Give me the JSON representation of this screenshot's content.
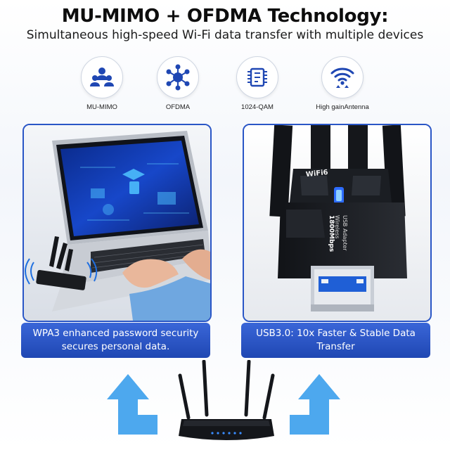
{
  "header": {
    "title": "MU-MIMO + OFDMA Technology:",
    "subtitle": "Simultaneous high-speed Wi-Fi data transfer with multiple devices"
  },
  "features": [
    {
      "label": "MU-MIMO",
      "icon": "users-group-icon"
    },
    {
      "label": "OFDMA",
      "icon": "network-hub-icon"
    },
    {
      "label": "1024-QAM",
      "icon": "chip-icon"
    },
    {
      "label": "High gainAntenna",
      "icon": "wifi-signal-icon"
    }
  ],
  "panels": {
    "left": {
      "caption": "WPA3 enhanced password security secures personal data."
    },
    "right": {
      "adapter_brand": "WiFi6",
      "adapter_side_text_1": "Wireless",
      "adapter_side_text_2": "USB Adapter",
      "adapter_speed": "1800Mbps",
      "caption": "USB3.0: 10x Faster & Stable Data Transfer"
    }
  },
  "colors": {
    "accent": "#2a56c6",
    "arrow_blue": "#4da8ee",
    "icon_blue": "#1f47b3"
  }
}
